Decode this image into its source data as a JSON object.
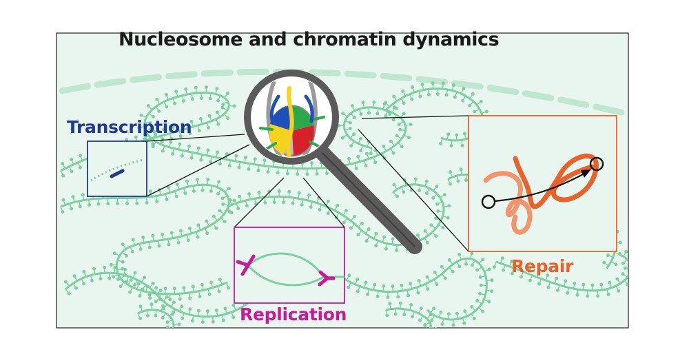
{
  "title": "Nucleosome and chromatin dynamics",
  "labels": {
    "transcription": "Transcription",
    "replication": "Replication",
    "repair": "Repair"
  },
  "colors": {
    "background": "#e9f6ef",
    "chromatin": "#7ccf9f",
    "nuclear_envelope": "#bfe6cf",
    "transcription": "#1f3a93",
    "replication": "#c8199b",
    "repair": "#e8622a",
    "repair_light": "#f2956a",
    "histone_blue": "#1f4fb8",
    "histone_green": "#2aa84a",
    "histone_red": "#d6202a",
    "histone_yellow": "#f5d21e",
    "magnifier_handle": "#5a5a5a"
  }
}
